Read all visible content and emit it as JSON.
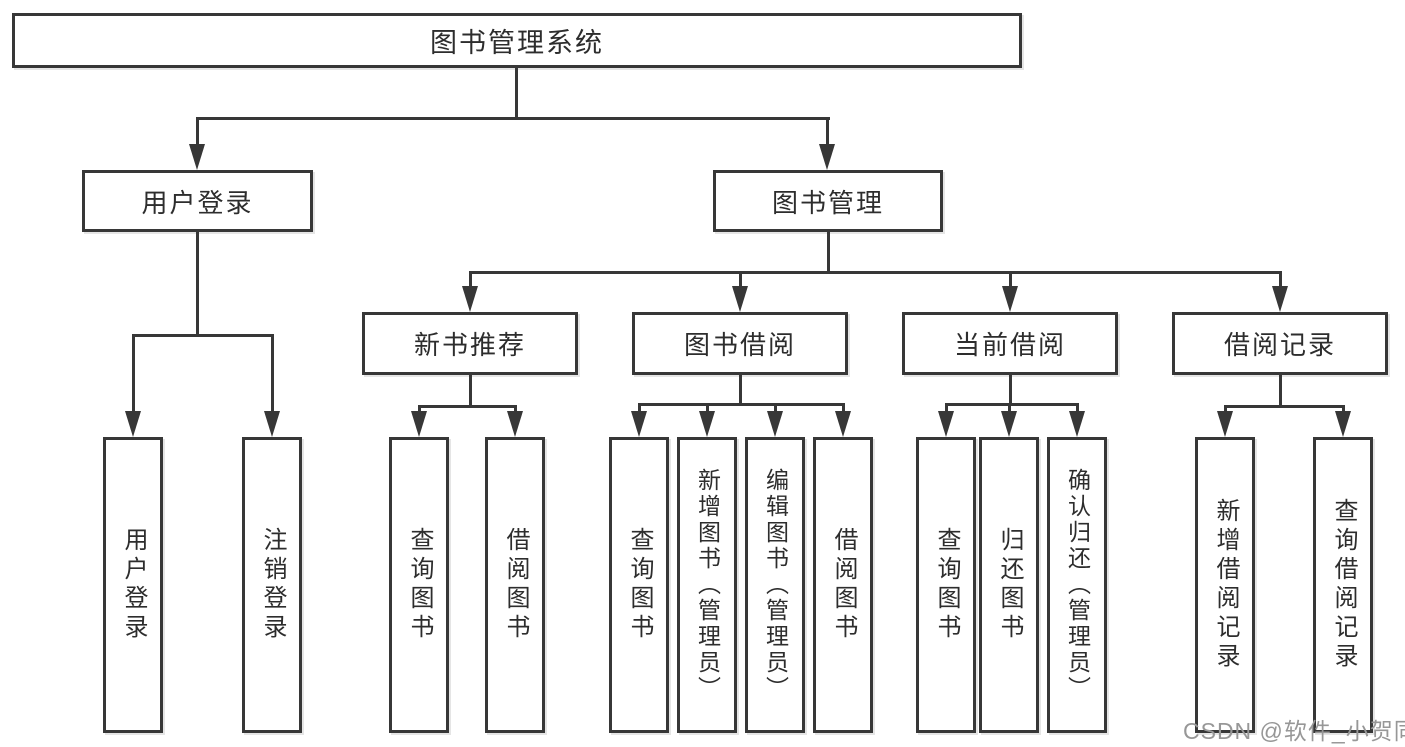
{
  "title": "图书管理系统",
  "branches": {
    "user_login": {
      "label": "用户登录",
      "children": [
        "用户登录",
        "注销登录"
      ]
    },
    "book_management": {
      "label": "图书管理",
      "sections": [
        {
          "label": "新书推荐",
          "children": [
            "查询图书",
            "借阅图书"
          ]
        },
        {
          "label": "图书借阅",
          "children": [
            "查询图书",
            "新增图书（管理员）",
            "编辑图书（管理员）",
            "借阅图书"
          ]
        },
        {
          "label": "当前借阅",
          "children": [
            "查询图书",
            "归还图书",
            "确认归还（管理员）"
          ]
        },
        {
          "label": "借阅记录",
          "children": [
            "新增借阅记录",
            "查询借阅记录"
          ]
        }
      ]
    }
  },
  "watermark": "CSDN @软件_小贺同学",
  "colors": {
    "line": "#373737",
    "text": "#2d2d2d",
    "watermark": "#979797",
    "background": "#ffffff"
  }
}
